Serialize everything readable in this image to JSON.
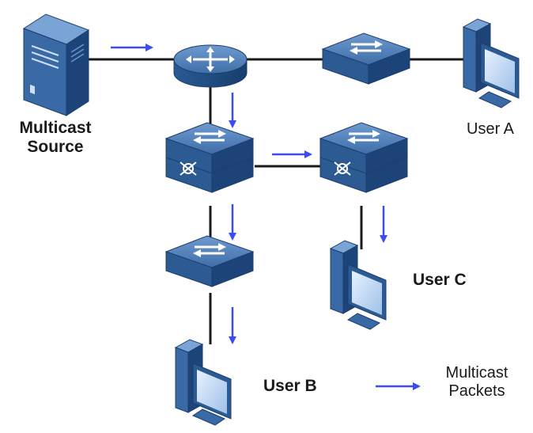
{
  "labels": {
    "source_line1": "Multicast",
    "source_line2": "Source",
    "user_a": "User A",
    "user_b": "User B",
    "user_c": "User C",
    "legend_line1": "Multicast",
    "legend_line2": "Packets"
  },
  "colors": {
    "device_top": "#4a78b0",
    "device_side": "#1f4a7e",
    "device_dark": "#163a66",
    "arrow": "#3a4cf2",
    "line": "#1a1a1a"
  },
  "icons": {
    "router": "router-icon",
    "switch": "switch-icon",
    "l3switch": "layer3-switch-icon",
    "server": "server-icon",
    "pc": "pc-icon"
  }
}
